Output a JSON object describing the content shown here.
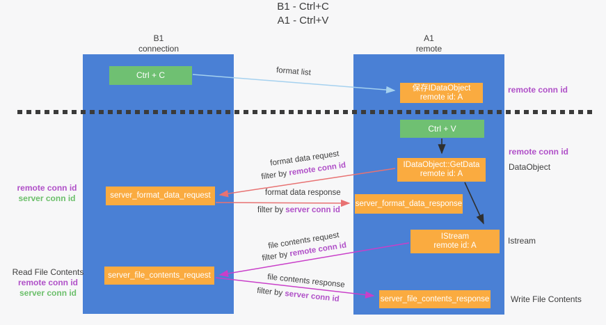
{
  "title": {
    "line1": "B1 - Ctrl+C",
    "line2": "A1 - Ctrl+V"
  },
  "lifelines": {
    "left": {
      "name": "B1",
      "role": "connection"
    },
    "right": {
      "name": "A1",
      "role": "remote"
    }
  },
  "nodes": {
    "ctrl_c": {
      "label": "Ctrl + C"
    },
    "save_dataobject": {
      "line1": "保存IDataObject",
      "line2": "remote id: A"
    },
    "ctrl_v": {
      "label": "Ctrl + V"
    },
    "getdata": {
      "line1": "IDataObject::GetData",
      "line2": "remote id: A"
    },
    "istream": {
      "line1": "IStream",
      "line2": "remote id: A"
    },
    "server_format_data_request": {
      "label": "server_format_data_request"
    },
    "server_format_data_response": {
      "label": "server_format_data_response"
    },
    "server_file_contents_request": {
      "label": "server_file_contents_request"
    },
    "server_file_contents_response": {
      "label": "server_file_contents_response"
    }
  },
  "edge_labels": {
    "format_list": "format list",
    "format_data_request": "format data request",
    "format_data_response": "format data response",
    "file_contents_request": "file contents request",
    "file_contents_response": "file contents response",
    "filter_by": "filter by ",
    "remote_conn_id": "remote conn id",
    "server_conn_id": "server conn id"
  },
  "annotations": {
    "right_top_remote_conn_id": "remote conn id",
    "right_mid_remote_conn_id": "remote conn id",
    "dataobject": "DataObject",
    "istream": "Istream",
    "write_file_contents": "Write File Contents",
    "read_file_contents": "Read File Contents",
    "left_top": {
      "remote": "remote conn id",
      "server": "server conn id"
    },
    "left_bottom": {
      "remote": "remote conn id",
      "server": "server conn id"
    }
  },
  "colors": {
    "lifeline_blue": "#4a80d5",
    "node_green": "#6fc072",
    "node_orange": "#faab40",
    "arrow_light_blue": "#a5d1ef",
    "arrow_black": "#2f2f2f",
    "arrow_salmon": "#e87272",
    "arrow_magenta": "#c93fc9",
    "dashed_line": "#3b3b3b",
    "text_purple": "#b050c8",
    "text_green": "#6cbf6b"
  }
}
